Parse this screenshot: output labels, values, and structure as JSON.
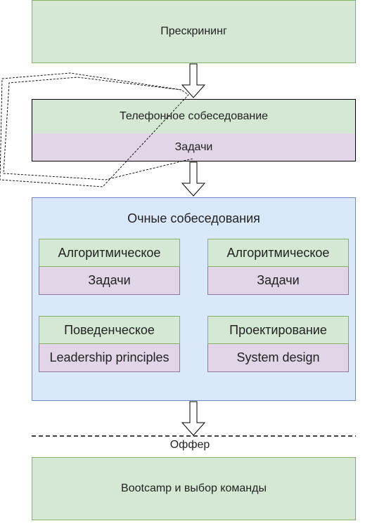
{
  "stages": {
    "prescreening": "Прескрининг",
    "phone_interview": "Телефонное собеседование",
    "phone_tasks": "Задачи",
    "onsite_title": "Очные собеседования",
    "onsite": [
      {
        "title": "Алгоритмическое",
        "sub": "Задачи"
      },
      {
        "title": "Алгоритмическое",
        "sub": "Задачи"
      },
      {
        "title": "Поведенческое",
        "sub": "Leadership principles"
      },
      {
        "title": "Проектирование",
        "sub": "System design"
      }
    ],
    "offer": "Оффер",
    "bootcamp": "Bootcamp и выбор команды"
  },
  "colors": {
    "green_fill": "#d5e8d4",
    "green_stroke": "#82b366",
    "purple_fill": "#e1d5e7",
    "purple_stroke": "#9673a6",
    "blue_fill": "#dae8fc",
    "blue_stroke": "#6c8ebf"
  }
}
